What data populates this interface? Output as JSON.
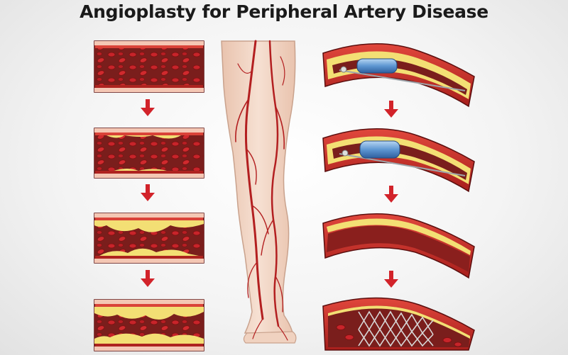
{
  "title": "Angioplasty for Peripheral Artery Disease",
  "colors": {
    "background": "#f1f1f1",
    "title_text": "#1a1a1a",
    "vessel_wall": "#c42a26",
    "vessel_lumen": "#7a1e1c",
    "blood_cell": "#c8242a",
    "plaque": "#f3df74",
    "arrow": "#d2232a",
    "skin": "#f2d9c7",
    "balloon": "#7fb2e3",
    "stent": "#d8d8d8"
  },
  "left_column": {
    "stages": [
      "healthy-artery",
      "early-plaque-buildup",
      "moderate-plaque-buildup",
      "severe-plaque-buildup"
    ]
  },
  "center": {
    "figure": "leg-arteries"
  },
  "right_column": {
    "stages": [
      "balloon-catheter-inserted",
      "balloon-inflated",
      "artery-widened",
      "stent-placed"
    ]
  }
}
